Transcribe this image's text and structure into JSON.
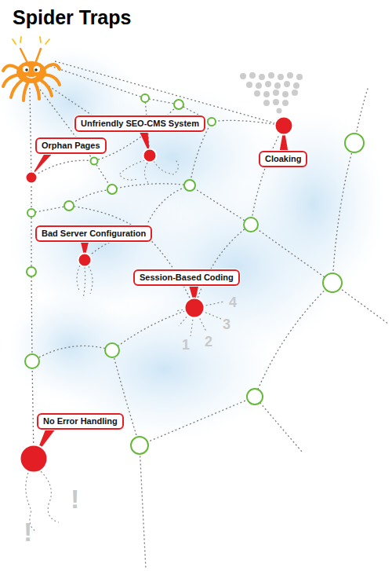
{
  "diagram": {
    "title": "Spider Traps",
    "nodes": [
      {
        "text": [
          "Unfriendly SEO-CMS System"
        ]
      },
      {
        "text": [
          "Orphan Pages"
        ]
      },
      {
        "text": [
          "Cloaking"
        ]
      },
      {
        "text": [
          "Bad Server Configuration"
        ]
      },
      {
        "text": [
          "Session-Based Coding"
        ]
      },
      {
        "text": [
          "No Error Handling"
        ]
      }
    ],
    "labels": [
      "4",
      "3",
      "2",
      "1",
      "!",
      "!"
    ]
  }
}
